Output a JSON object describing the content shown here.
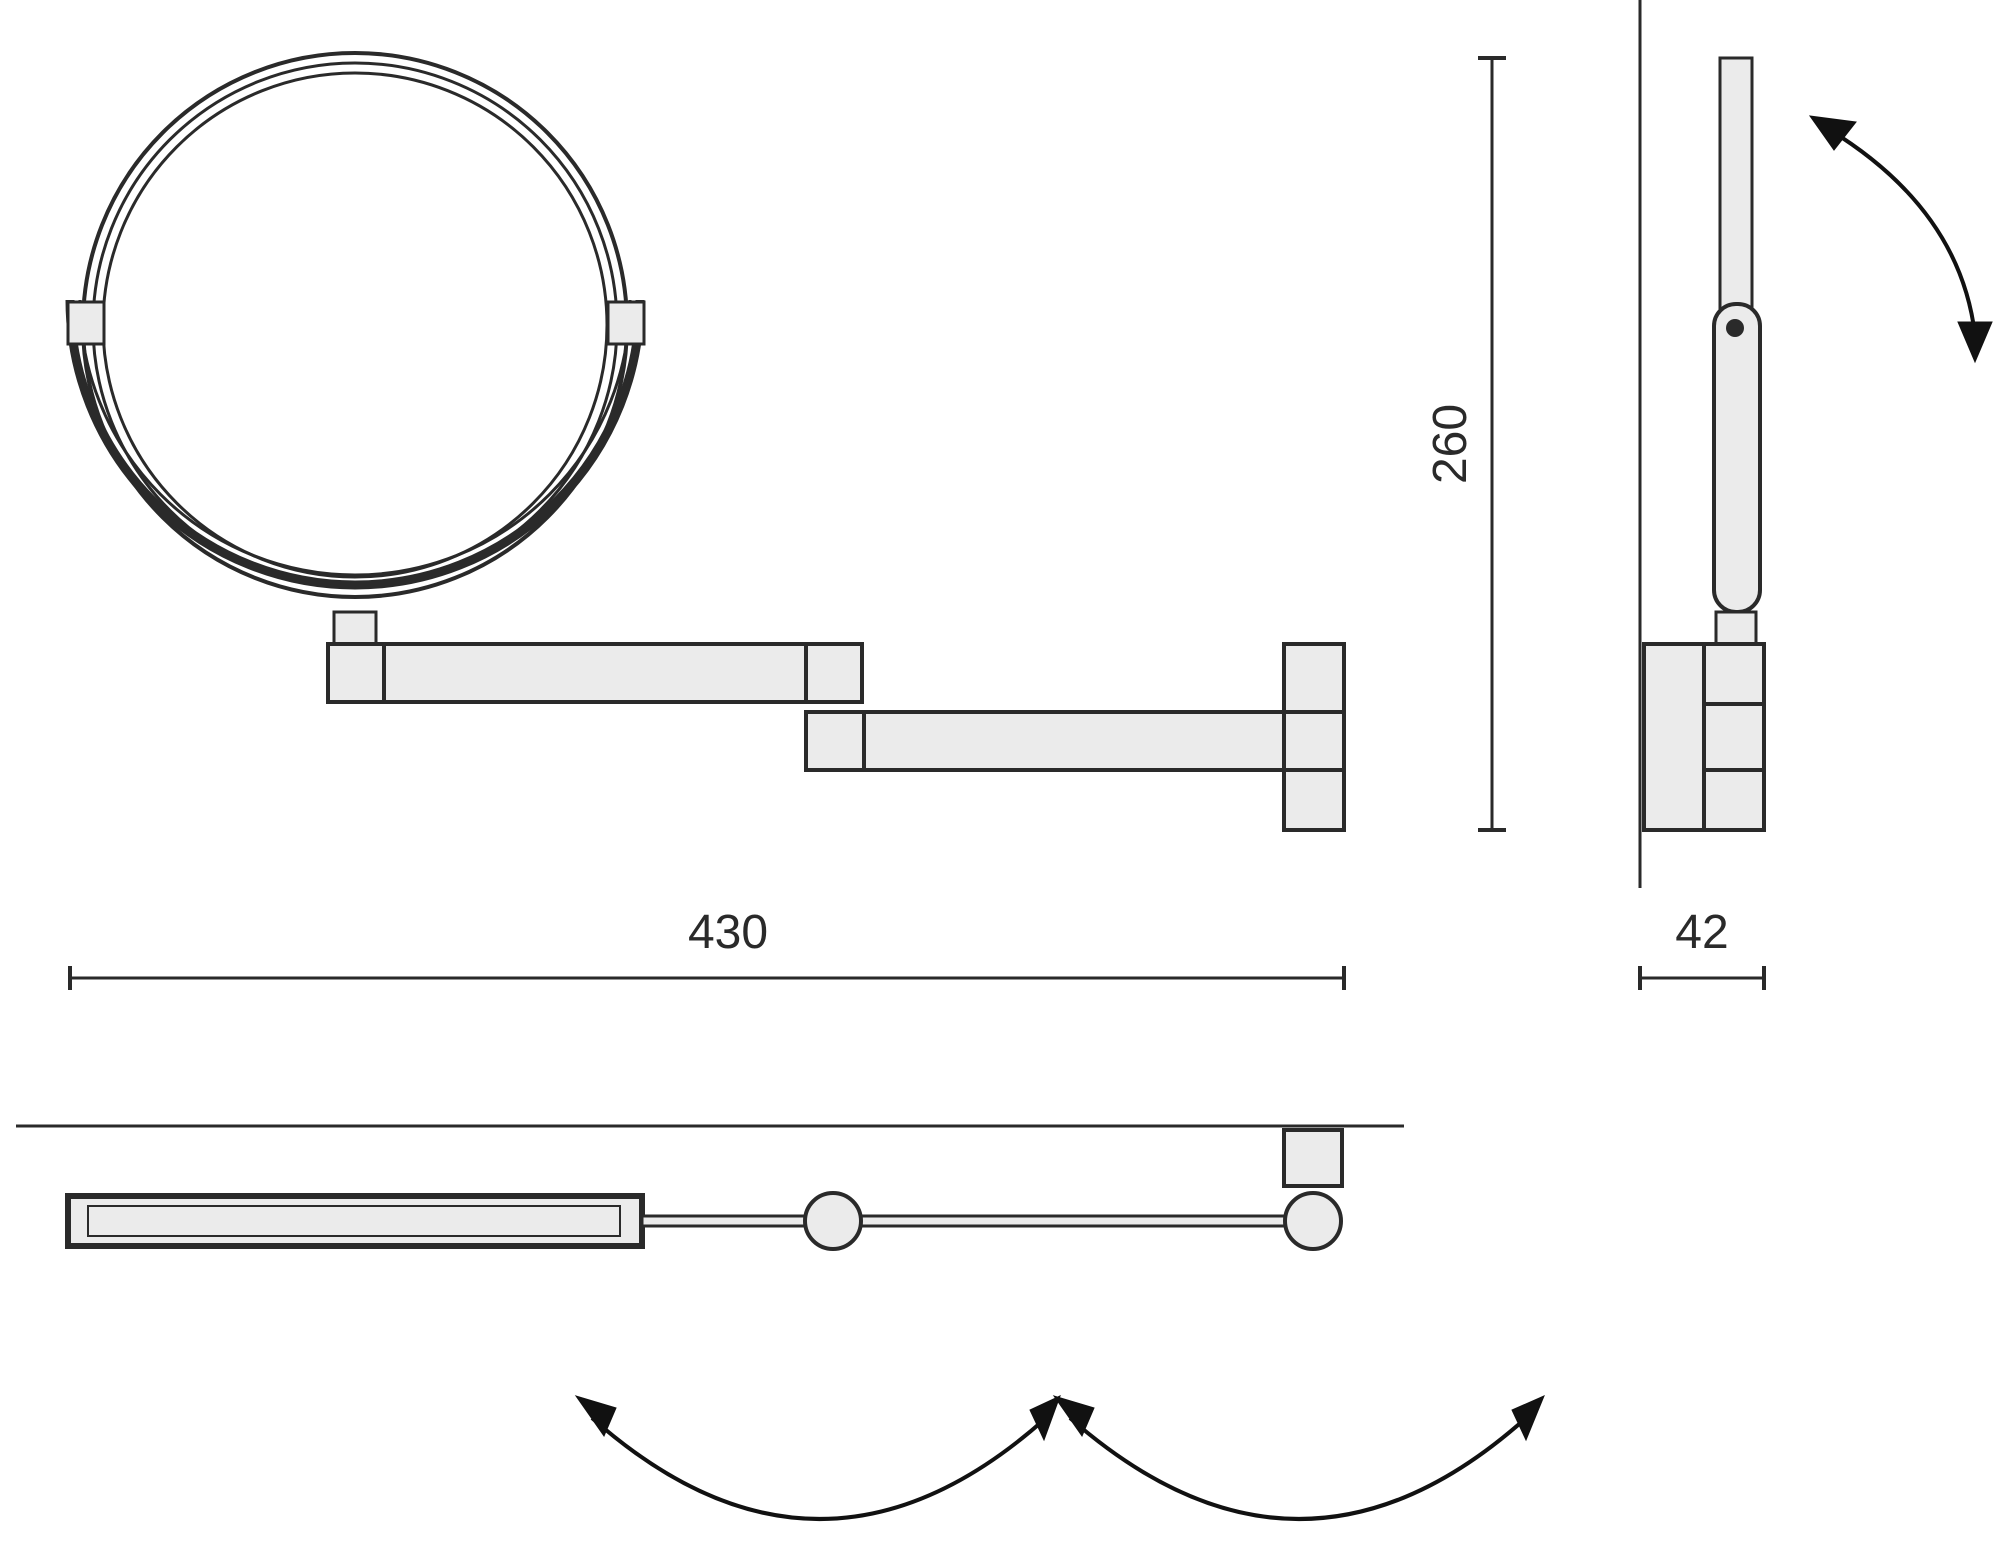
{
  "dimensions": {
    "width": "430",
    "height": "260",
    "depth": "42"
  },
  "colors": {
    "stroke": "#2a2a2a",
    "fill": "#ebebeb",
    "arrow": "#111111",
    "background": "#ffffff"
  }
}
